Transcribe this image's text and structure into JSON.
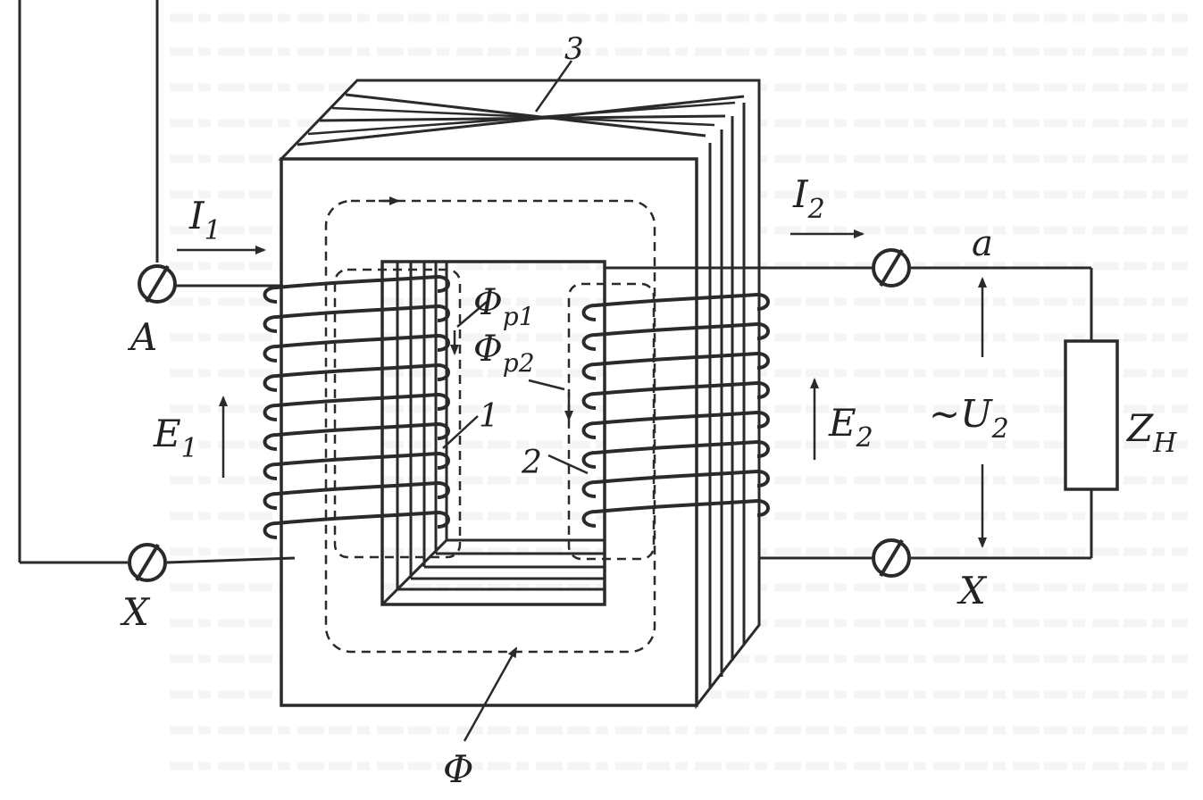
{
  "colors": {
    "ink": "#2a2a2a",
    "paper": "#ffffff",
    "bg_text": "#d9d9d9"
  },
  "labels": {
    "terminal_A": "A",
    "terminal_X_left": "X",
    "terminal_a": "a",
    "terminal_X_right": "X",
    "current_primary": {
      "main": "I",
      "sub": "1"
    },
    "current_secondary": {
      "main": "I",
      "sub": "2"
    },
    "emf_primary": {
      "main": "E",
      "sub": "1"
    },
    "emf_secondary": {
      "main": "E",
      "sub": "2"
    },
    "voltage_secondary": {
      "main": "~U",
      "sub": "2"
    },
    "load_impedance": {
      "main": "Z",
      "sub": "H"
    },
    "flux_main": "Φ",
    "flux_leak_1": {
      "main": "Φ",
      "sub": "p1"
    },
    "flux_leak_2": {
      "main": "Φ",
      "sub": "p2"
    },
    "part_1": "1",
    "part_2": "2",
    "part_3": "3"
  },
  "icons": {
    "terminal": "terminal-circle-icon",
    "arrow": "arrow-icon"
  }
}
